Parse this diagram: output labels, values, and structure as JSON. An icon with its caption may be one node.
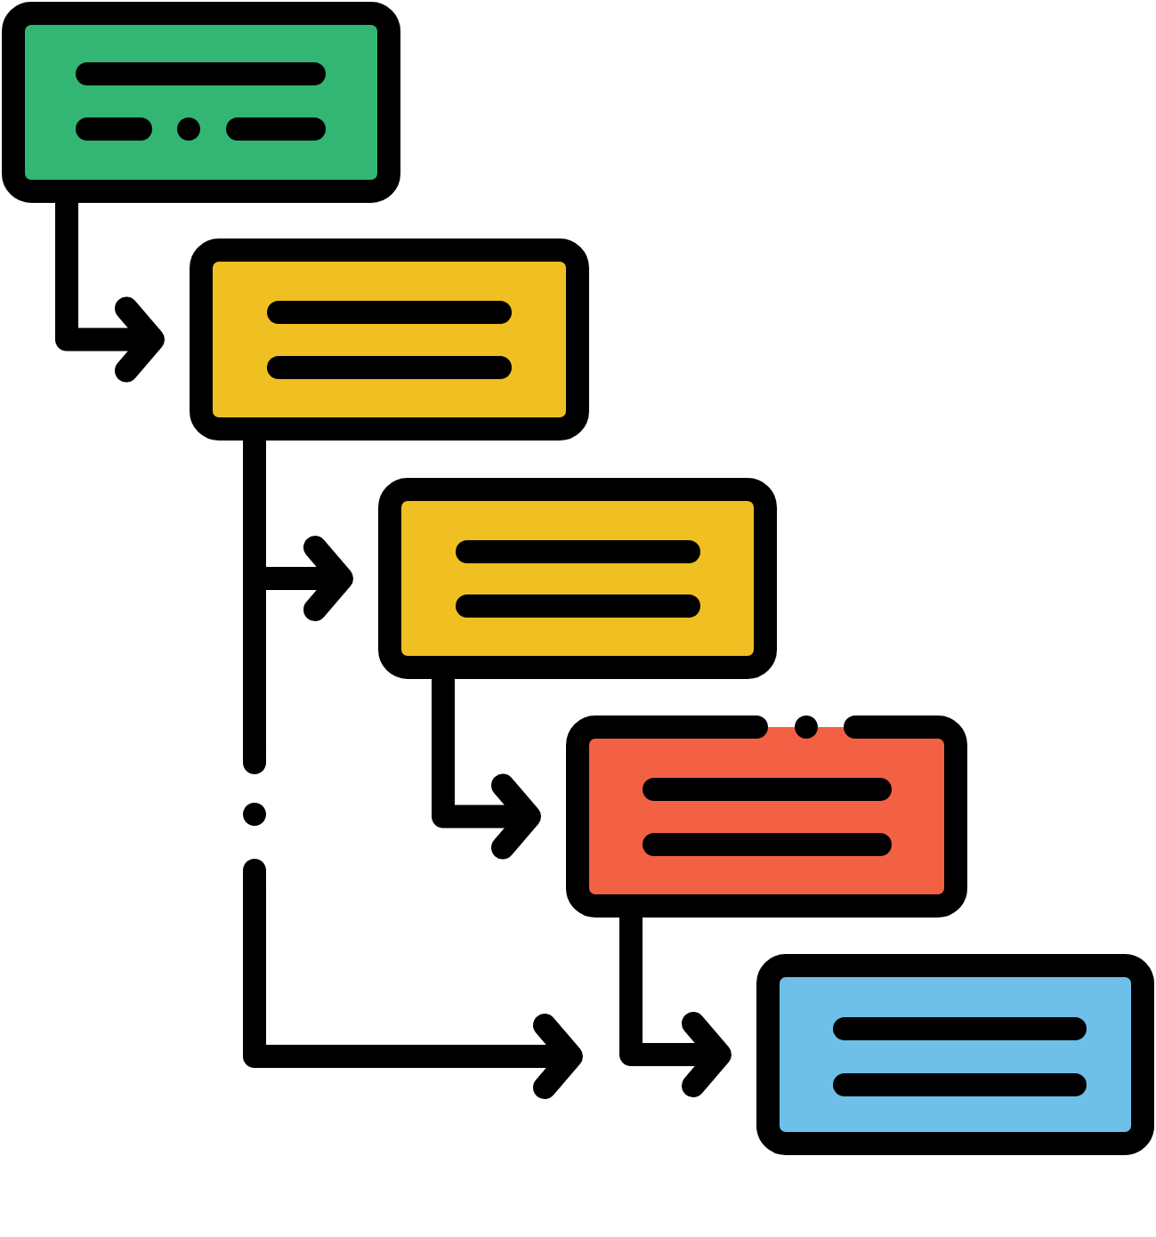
{
  "diagram": {
    "nodes": [
      {
        "text": [],
        "shape": "box"
      },
      {
        "text": [],
        "shape": "box"
      },
      {
        "text": [],
        "shape": "box"
      },
      {
        "text": [],
        "shape": "box"
      },
      {
        "text": [],
        "shape": "box"
      }
    ],
    "edges": [
      {
        "from": 0,
        "to": 1,
        "arrow": "to"
      },
      {
        "from": 1,
        "to": 2,
        "arrow": "to"
      },
      {
        "from": 1,
        "to": null,
        "arrow": "to"
      },
      {
        "from": 2,
        "to": 3,
        "arrow": "to"
      },
      {
        "from": 3,
        "to": 4,
        "arrow": "to"
      }
    ]
  }
}
